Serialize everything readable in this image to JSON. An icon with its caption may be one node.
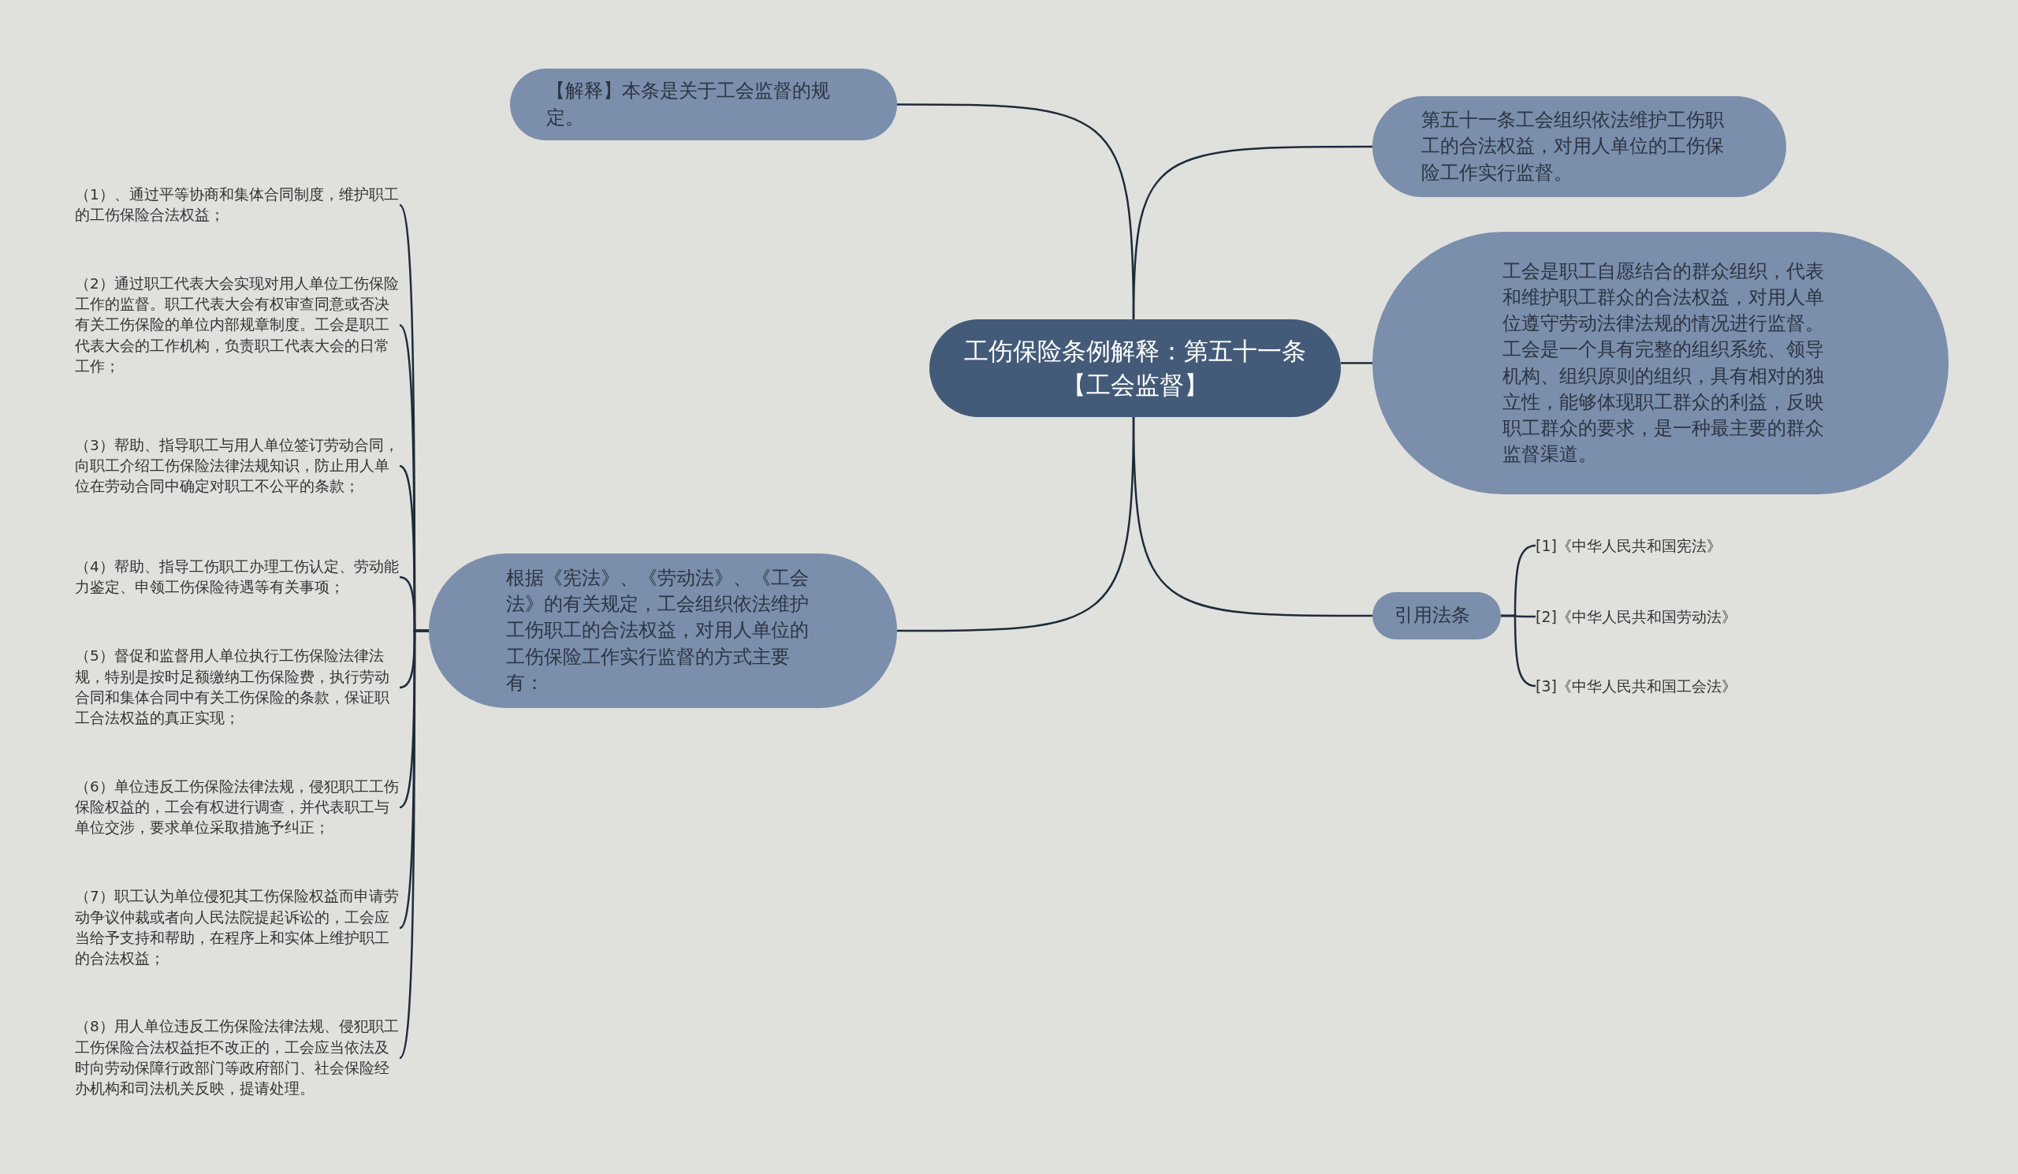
{
  "diagram": {
    "nodes": [
      {
        "text": [
          "工伤保险条例解释：第五十一条【工会监督】"
        ]
      },
      {
        "text": [
          "【解释】本条是关于工会监督的规定。"
        ]
      },
      {
        "text": [
          "第五十一条工会组织依法维护工伤职工的合法权益，对用人单位的工伤保险工作实行监督。"
        ]
      },
      {
        "text": [
          "工会是职工自愿结合的群众组织，代表和维护职工群众的合法权益，对用人单位遵守劳动法律法规的情况进行监督。工会是一个具有完整的组织系统、领导机构、组织原则的组织，具有相对的独立性，能够体现职工群众的利益，反映职工群众的要求，是一种最主要的群众监督渠道。"
        ]
      },
      {
        "text": [
          "引用法条"
        ]
      },
      {
        "text": [
          "根据《宪法》、《劳动法》、《工会法》的有关规定，工会组织依法维护工伤职工的合法权益，对用人单位的工伤保险工作实行监督的方式主要有："
        ]
      },
      {
        "text": [
          "（1）、通过平等协商和集体合同制度，维护职工的工伤保险合法权益；"
        ]
      },
      {
        "text": [
          "（2）通过职工代表大会实现对用人单位工伤保险工作的监督。职工代表大会有权审查同意或否决有关工伤保险的单位内部规章制度。工会是职工代表大会的工作机构，负责职工代表大会的日常工作；"
        ]
      },
      {
        "text": [
          "（3）帮助、指导职工与用人单位签订劳动合同，向职工介绍工伤保险法律法规知识，防止用人单位在劳动合同中确定对职工不公平的条款；"
        ]
      },
      {
        "text": [
          "（4）帮助、指导工伤职工办理工伤认定、劳动能力鉴定、申领工伤保险待遇等有关事项；"
        ]
      },
      {
        "text": [
          "（5）督促和监督用人单位执行工伤保险法律法规，特别是按时足额缴纳工伤保险费，执行劳动合同和集体合同中有关工伤保险的条款，保证职工合法权益的真正实现；"
        ]
      },
      {
        "text": [
          "（6）单位违反工伤保险法律法规，侵犯职工工伤保险权益的，工会有权进行调查，并代表职工与单位交涉，要求单位采取措施予纠正；"
        ]
      },
      {
        "text": [
          "（7）职工认为单位侵犯其工伤保险权益而申请劳动争议仲裁或者向人民法院提起诉讼的，工会应当给予支持和帮助，在程序上和实体上维护职工的合法权益；"
        ]
      },
      {
        "text": [
          "（8）用人单位违反工伤保险法律法规、侵犯职工工伤保险合法权益拒不改正的，工会应当依法及时向劳动保障行政部门等政府部门、社会保险经办机构和司法机关反映，提请处理。"
        ]
      },
      {
        "text": [
          "[1]《中华人民共和国宪法》"
        ]
      },
      {
        "text": [
          "[2]《中华人民共和国劳动法》"
        ]
      },
      {
        "text": [
          "[3]《中华人民共和国工会法》"
        ]
      }
    ],
    "edges": [
      {
        "from": 0,
        "to": 1,
        "arrow": "none"
      },
      {
        "from": 0,
        "to": 2,
        "arrow": "none"
      },
      {
        "from": 0,
        "to": 3,
        "arrow": "none"
      },
      {
        "from": 0,
        "to": 4,
        "arrow": "none"
      },
      {
        "from": 0,
        "to": 5,
        "arrow": "none"
      },
      {
        "from": 5,
        "to": 6,
        "arrow": "none"
      },
      {
        "from": 5,
        "to": 7,
        "arrow": "none"
      },
      {
        "from": 5,
        "to": 8,
        "arrow": "none"
      },
      {
        "from": 5,
        "to": 9,
        "arrow": "none"
      },
      {
        "from": 5,
        "to": 10,
        "arrow": "none"
      },
      {
        "from": 5,
        "to": 11,
        "arrow": "none"
      },
      {
        "from": 5,
        "to": 12,
        "arrow": "none"
      },
      {
        "from": 5,
        "to": 13,
        "arrow": "none"
      },
      {
        "from": 4,
        "to": 14,
        "arrow": "none"
      },
      {
        "from": 4,
        "to": 15,
        "arrow": "none"
      },
      {
        "from": 4,
        "to": 16,
        "arrow": "none"
      }
    ]
  }
}
